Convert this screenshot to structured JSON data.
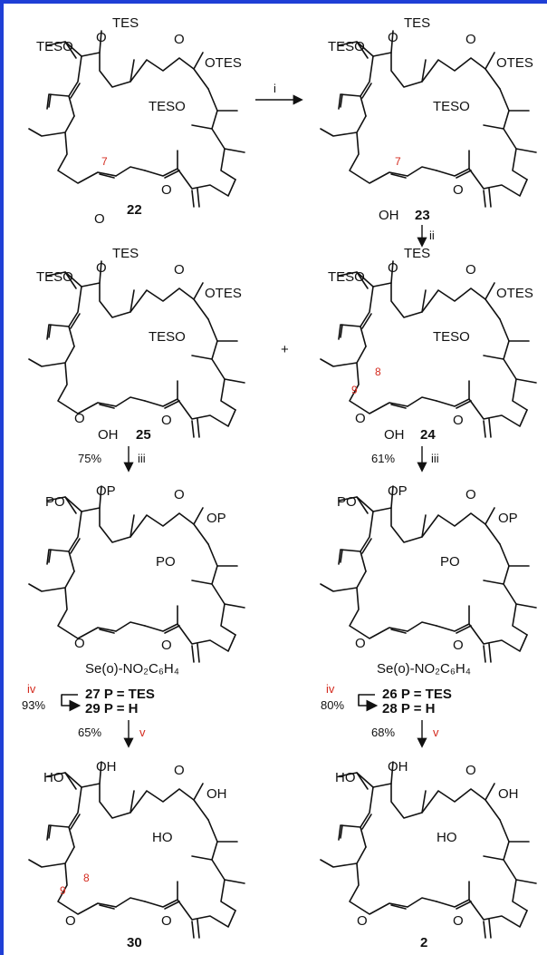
{
  "colors": {
    "frame": "#1f3fd6",
    "highlight": "#d42a1e",
    "ink": "#111111"
  },
  "compounds": [
    {
      "id": "22",
      "labels": {
        "tes_top": "TES",
        "o_top": "O",
        "teso_left": "TESO",
        "otes": "OTES",
        "teso_mid": "TESO",
        "o_ring": "O",
        "o_ketone": "O",
        "o_ester": "O"
      },
      "pos": "7"
    },
    {
      "id": "23",
      "labels": {
        "tes_top": "TES",
        "o_top": "O",
        "teso_left": "TESO",
        "otes": "OTES",
        "teso_mid": "TESO",
        "o_ring": "O",
        "oh": "OH",
        "o_ester": "O"
      },
      "pos": "7"
    },
    {
      "id": "25",
      "labels": {
        "tes_top": "TES",
        "o_top": "O",
        "teso_left": "TESO",
        "otes": "OTES",
        "teso_mid": "TESO",
        "o_ring": "O",
        "oh": "OH",
        "o_epox": "O",
        "o_ester": "O"
      }
    },
    {
      "id": "24",
      "labels": {
        "tes_top": "TES",
        "o_top": "O",
        "teso_left": "TESO",
        "otes": "OTES",
        "teso_mid": "TESO",
        "o_ring": "O",
        "oh": "OH",
        "o_epox": "O",
        "o_ester": "O"
      },
      "pos_a": "9",
      "pos_b": "8"
    },
    {
      "id": "27",
      "labels": {
        "op_top": "OP",
        "po_left": "PO",
        "op_right": "OP",
        "po_mid": "PO",
        "o_ring": "O",
        "se": "Se(o)-NO₂C₆H₄",
        "o_epox": "O",
        "o_ester": "O"
      },
      "p_line1": "27 P = TES",
      "p_line2": "29 P = H"
    },
    {
      "id": "26",
      "labels": {
        "op_top": "OP",
        "po_left": "PO",
        "op_right": "OP",
        "po_mid": "PO",
        "o_ring": "O",
        "se": "Se(o)-NO₂C₆H₄",
        "o_epox": "O",
        "o_ester": "O"
      },
      "p_line1": "26 P = TES",
      "p_line2": "28 P = H"
    },
    {
      "id": "30",
      "labels": {
        "ho_left": "HO",
        "oh_top": "OH",
        "oh_right": "OH",
        "ho_mid": "HO",
        "o_ring": "O",
        "o_epox": "O",
        "o_ester": "O"
      },
      "pos_a": "9",
      "pos_b": "8"
    },
    {
      "id": "2",
      "labels": {
        "ho_left": "HO",
        "oh_top": "OH",
        "oh_right": "OH",
        "ho_mid": "HO",
        "o_ring": "O",
        "o_epox": "O",
        "o_ester": "O"
      }
    }
  ],
  "steps": {
    "i": "i",
    "ii": "ii",
    "iii_left": "iii",
    "iii_left_yield": "75%",
    "iii_right": "iii",
    "iii_right_yield": "61%",
    "iv_left": "iv",
    "iv_left_yield": "93%",
    "iv_right": "iv",
    "iv_right_yield": "80%",
    "v_left": "v",
    "v_left_yield": "65%",
    "v_right": "v",
    "v_right_yield": "68%",
    "plus": "+"
  }
}
